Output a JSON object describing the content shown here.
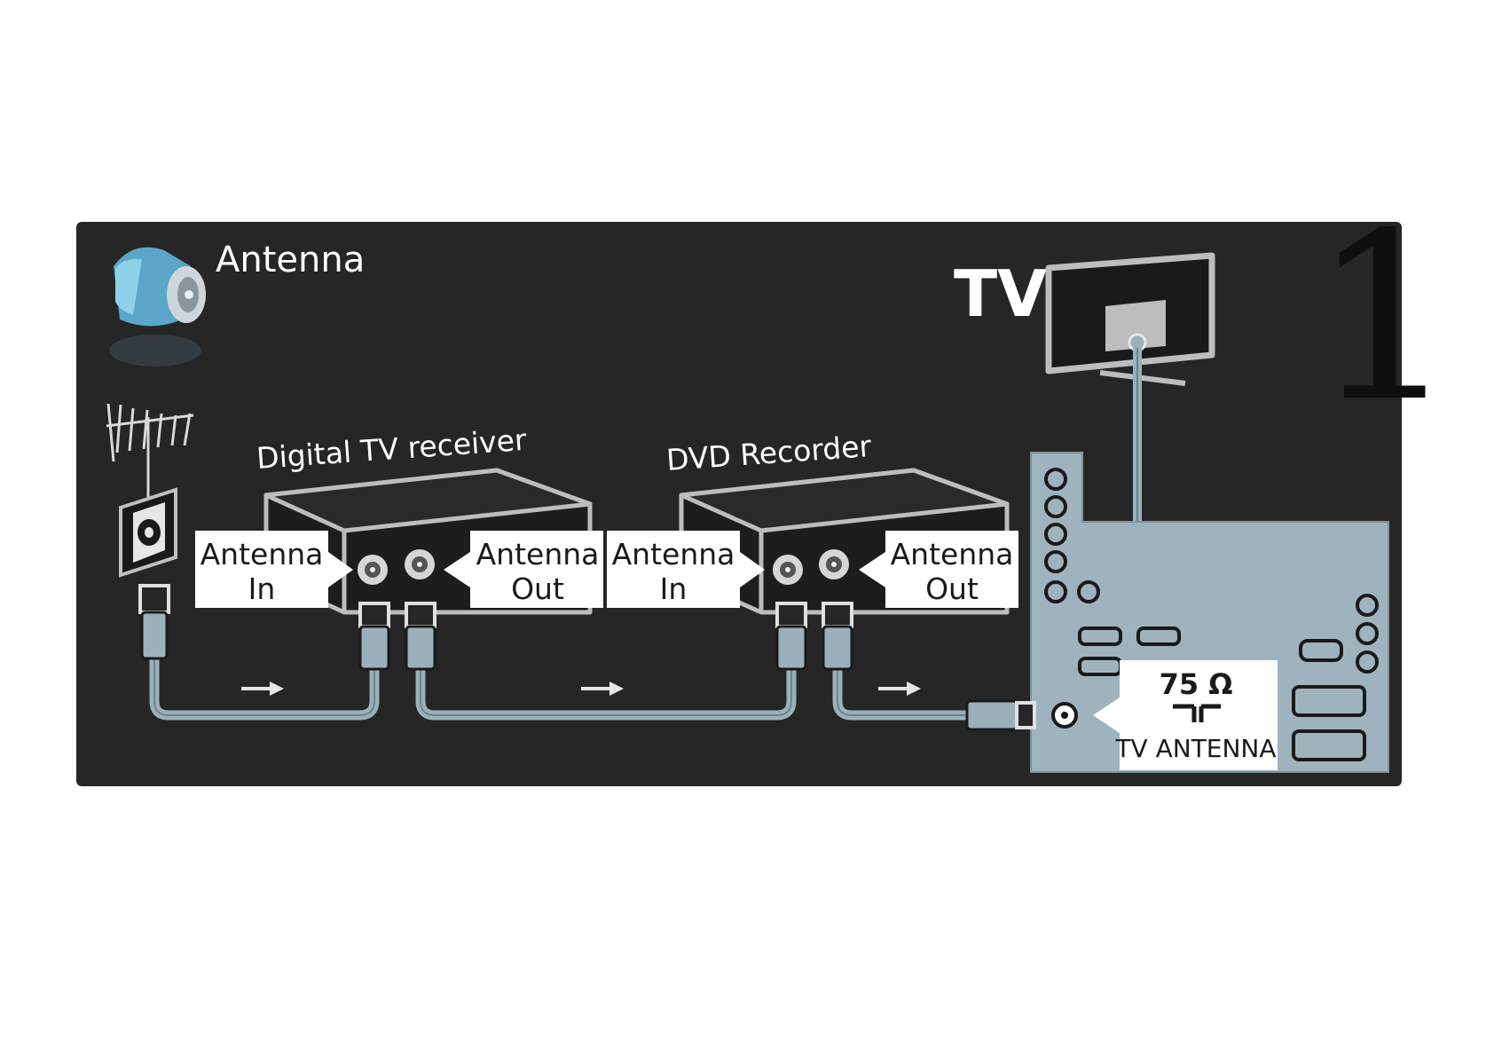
{
  "title": "Antenna",
  "tv_label": "TV",
  "page_number": "1",
  "devices": {
    "receiver": {
      "name": "Digital TV receiver",
      "in_line1": "Antenna",
      "in_line2": "In",
      "out_line1": "Antenna",
      "out_line2": "Out"
    },
    "recorder": {
      "name": "DVD Recorder",
      "in_line1": "Antenna",
      "in_line2": "In",
      "out_line1": "Antenna",
      "out_line2": "Out"
    }
  },
  "tv_jack": {
    "impedance": "75 Ω",
    "label": "TV ANTENNA"
  },
  "colors": {
    "panel_bg": "#262626",
    "cable": "#9bb0ba",
    "tv_panel": "#9eb3bd",
    "device_body": "#1d1d1d",
    "callout_bg": "#ffffff"
  },
  "icons": [
    "antenna-plug-icon",
    "antenna-mast-icon",
    "wall-socket-icon",
    "tv-icon",
    "arrow-right-icon"
  ]
}
